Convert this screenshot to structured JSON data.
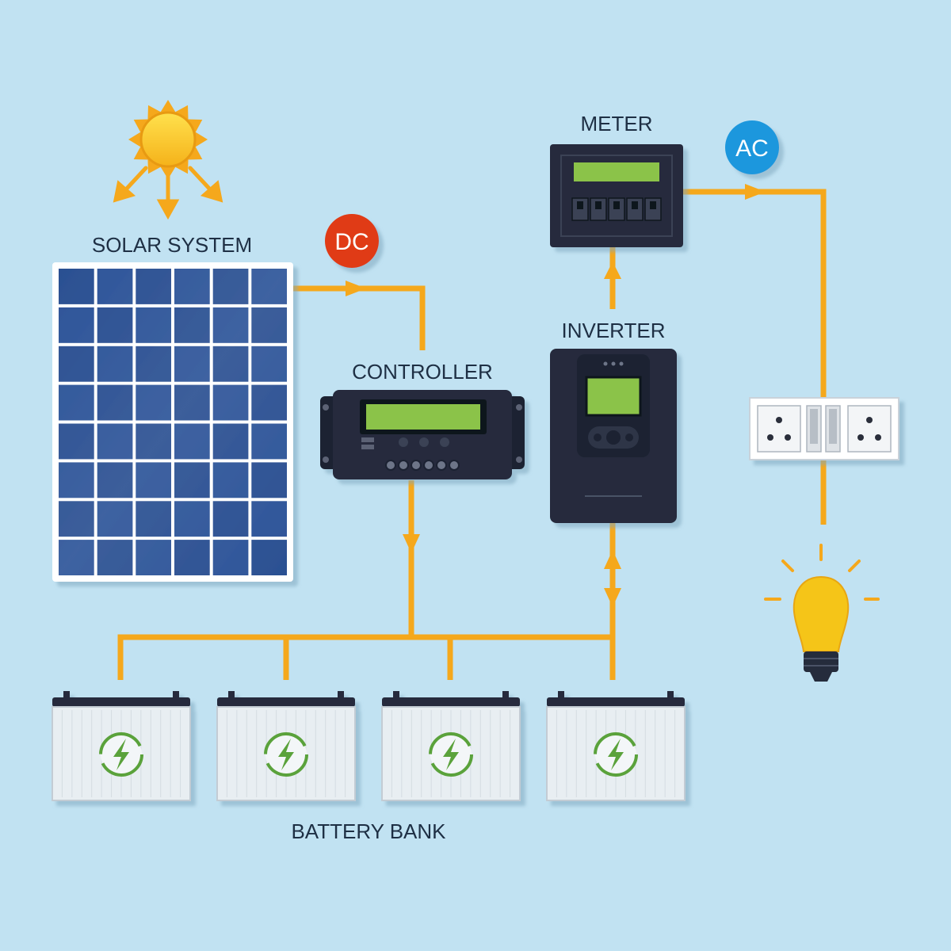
{
  "colors": {
    "background": "#c1e2f2",
    "wire": "#f5a81c",
    "dc_badge": "#e03a12",
    "ac_badge": "#1f97dd",
    "panel_cell": "#2e5599",
    "device_body": "#252c3c",
    "lcd": "#8bc34a",
    "battery_icon": "#5aa23a",
    "bulb": "#f5c518"
  },
  "labels": {
    "solar_system": "SOLAR SYSTEM",
    "controller": "CONTROLLER",
    "inverter": "INVERTER",
    "meter": "METER",
    "battery_bank": "BATTERY BANK",
    "dc": "DC",
    "ac": "AC"
  },
  "icons": {
    "sun": "sun-icon",
    "solar_panel": "solar-panel-icon",
    "charge_controller": "charge-controller-icon",
    "inverter": "inverter-icon",
    "meter": "electric-meter-icon",
    "socket": "wall-socket-icon",
    "bulb": "light-bulb-icon",
    "battery": "battery-charge-icon"
  },
  "battery_count": 4
}
